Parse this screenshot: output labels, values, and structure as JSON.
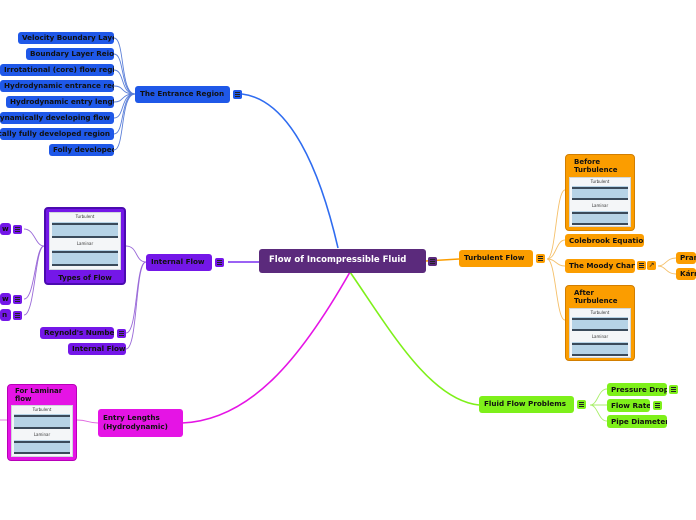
{
  "central": {
    "label": "Flow of Incompressible Fluid"
  },
  "entrance_region": {
    "label": "The Entrance Region",
    "items": [
      "Velocity Boundary Layer",
      "Boundary Layer Reion",
      "Irrotational (core) flow region",
      "Hydrodynamic entrance region",
      "Hydrodynamic entry length",
      "Hydrodynamically developing flow",
      "Hydrodynamically fully developed region",
      "Folly developed"
    ]
  },
  "internal_flow": {
    "label": "Internal Flow",
    "card_title": "Types of Flow",
    "figure_top": "Turbulent",
    "figure_bottom": "Laminar",
    "reynolds": "Reynold's Number",
    "internal": "Internal Flow",
    "partial_left_1": "w",
    "partial_left_2": "w",
    "partial_left_3": "n"
  },
  "entry_lengths": {
    "label": "Entry Lengths (Hydrodynamic)",
    "card_title": "For Laminar flow",
    "figure_top": "Turbulent",
    "figure_bottom": "Laminar"
  },
  "turbulent_flow": {
    "label": "Turbulent Flow",
    "before_title": "Before Turbulence",
    "after_title": "After Turbulence",
    "figure_top": "Turbulent",
    "figure_bottom": "Laminar",
    "colebrook": "Colebrook Equation",
    "moody": "The Moody Chart",
    "moody_child_1": "Pran",
    "moody_child_2": "Kárm"
  },
  "fluid_problems": {
    "label": "Fluid Flow Problems",
    "pressure_drop": "Pressure Drop",
    "flow_rate": "Flow Rate",
    "pipe_diameter": "Pipe Diameter"
  },
  "colors": {
    "blue": "#1f58e8",
    "purple": "#7417e8",
    "orange": "#fb9d00",
    "green": "#7ef01a",
    "magenta": "#e514e5",
    "central": "#5b2a7c"
  }
}
